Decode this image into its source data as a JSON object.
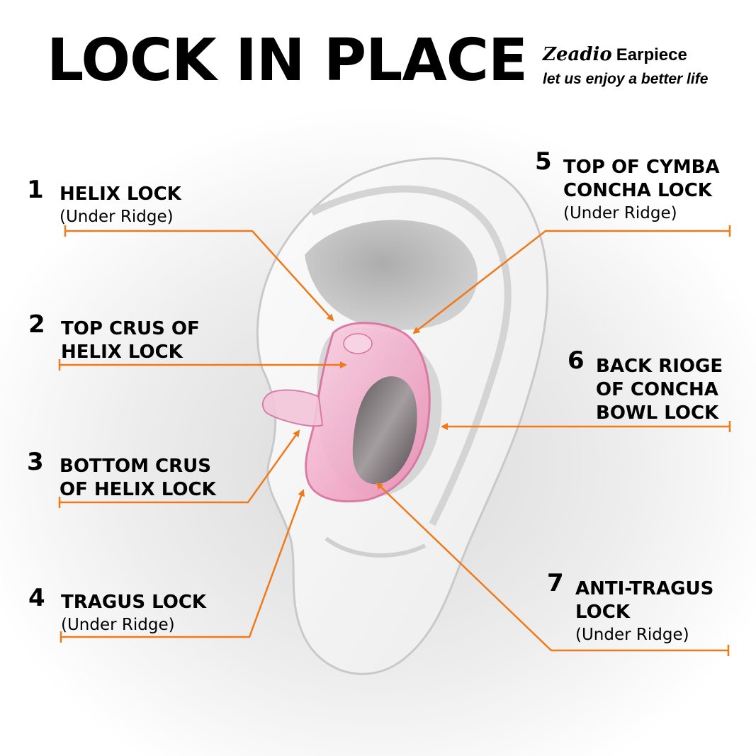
{
  "title": "LOCK IN PLACE",
  "brand": {
    "logo": "Zeadio",
    "name": "Earpiece",
    "tagline": "let us enjoy a better life"
  },
  "colors": {
    "leader": "#f07a1a",
    "text": "#000000",
    "earpiece": "#f4b8d2"
  },
  "callouts": [
    {
      "number": "1",
      "label": "HELIX LOCK",
      "sub": "(Under Ridge)"
    },
    {
      "number": "2",
      "label": "TOP CRUS OF\nHELIX LOCK",
      "sub": ""
    },
    {
      "number": "3",
      "label": "BOTTOM CRUS\nOF HELIX LOCK",
      "sub": ""
    },
    {
      "number": "4",
      "label": "TRAGUS LOCK",
      "sub": "(Under Ridge)"
    },
    {
      "number": "5",
      "label": "TOP OF CYMBA\nCONCHA LOCK",
      "sub": "(Under Ridge)"
    },
    {
      "number": "6",
      "label": "BACK RIOGE\nOF CONCHA\nBOWL LOCK",
      "sub": ""
    },
    {
      "number": "7",
      "label": "ANTI-TRAGUS\nLOCK",
      "sub": "(Under Ridge)"
    }
  ]
}
